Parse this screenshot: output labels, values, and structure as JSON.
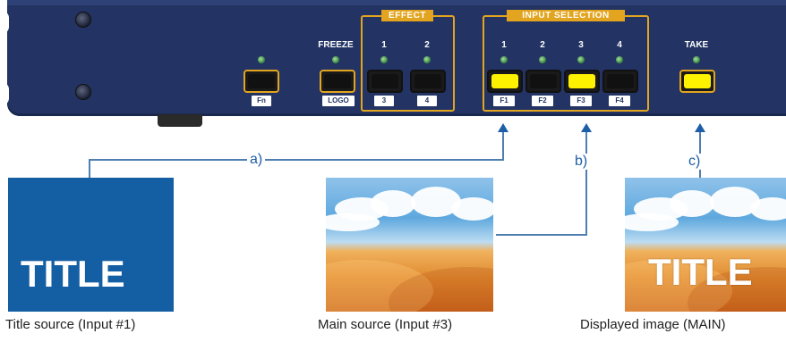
{
  "panel": {
    "fn_button": {
      "tag": "Fn"
    },
    "freeze_button": {
      "label": "FREEZE",
      "tag": "LOGO"
    },
    "effect": {
      "title": "EFFECT",
      "buttons": [
        {
          "label": "1",
          "tag": "3"
        },
        {
          "label": "2",
          "tag": "4"
        }
      ]
    },
    "input_selection": {
      "title": "INPUT SELECTION",
      "buttons": [
        {
          "label": "1",
          "tag": "F1",
          "lit": true
        },
        {
          "label": "2",
          "tag": "F2",
          "lit": false
        },
        {
          "label": "3",
          "tag": "F3",
          "lit": true
        },
        {
          "label": "4",
          "tag": "F4",
          "lit": false
        }
      ]
    },
    "take_button": {
      "label": "TAKE",
      "lit": true
    }
  },
  "callouts": {
    "a": "a)",
    "b": "b)",
    "c": "c)"
  },
  "images": {
    "title_source": {
      "text": "TITLE",
      "caption": "Title source (Input #1)"
    },
    "main_source": {
      "caption": "Main source (Input #3)"
    },
    "displayed": {
      "overlay_text": "TITLE",
      "caption": "Displayed image (MAIN)"
    }
  },
  "colors": {
    "panel": "#233464",
    "accent": "#e3a51f",
    "lit_button": "#fff200",
    "line": "#4f7fb1",
    "arrow": "#1d5ea7",
    "title_card": "#145ea3"
  }
}
